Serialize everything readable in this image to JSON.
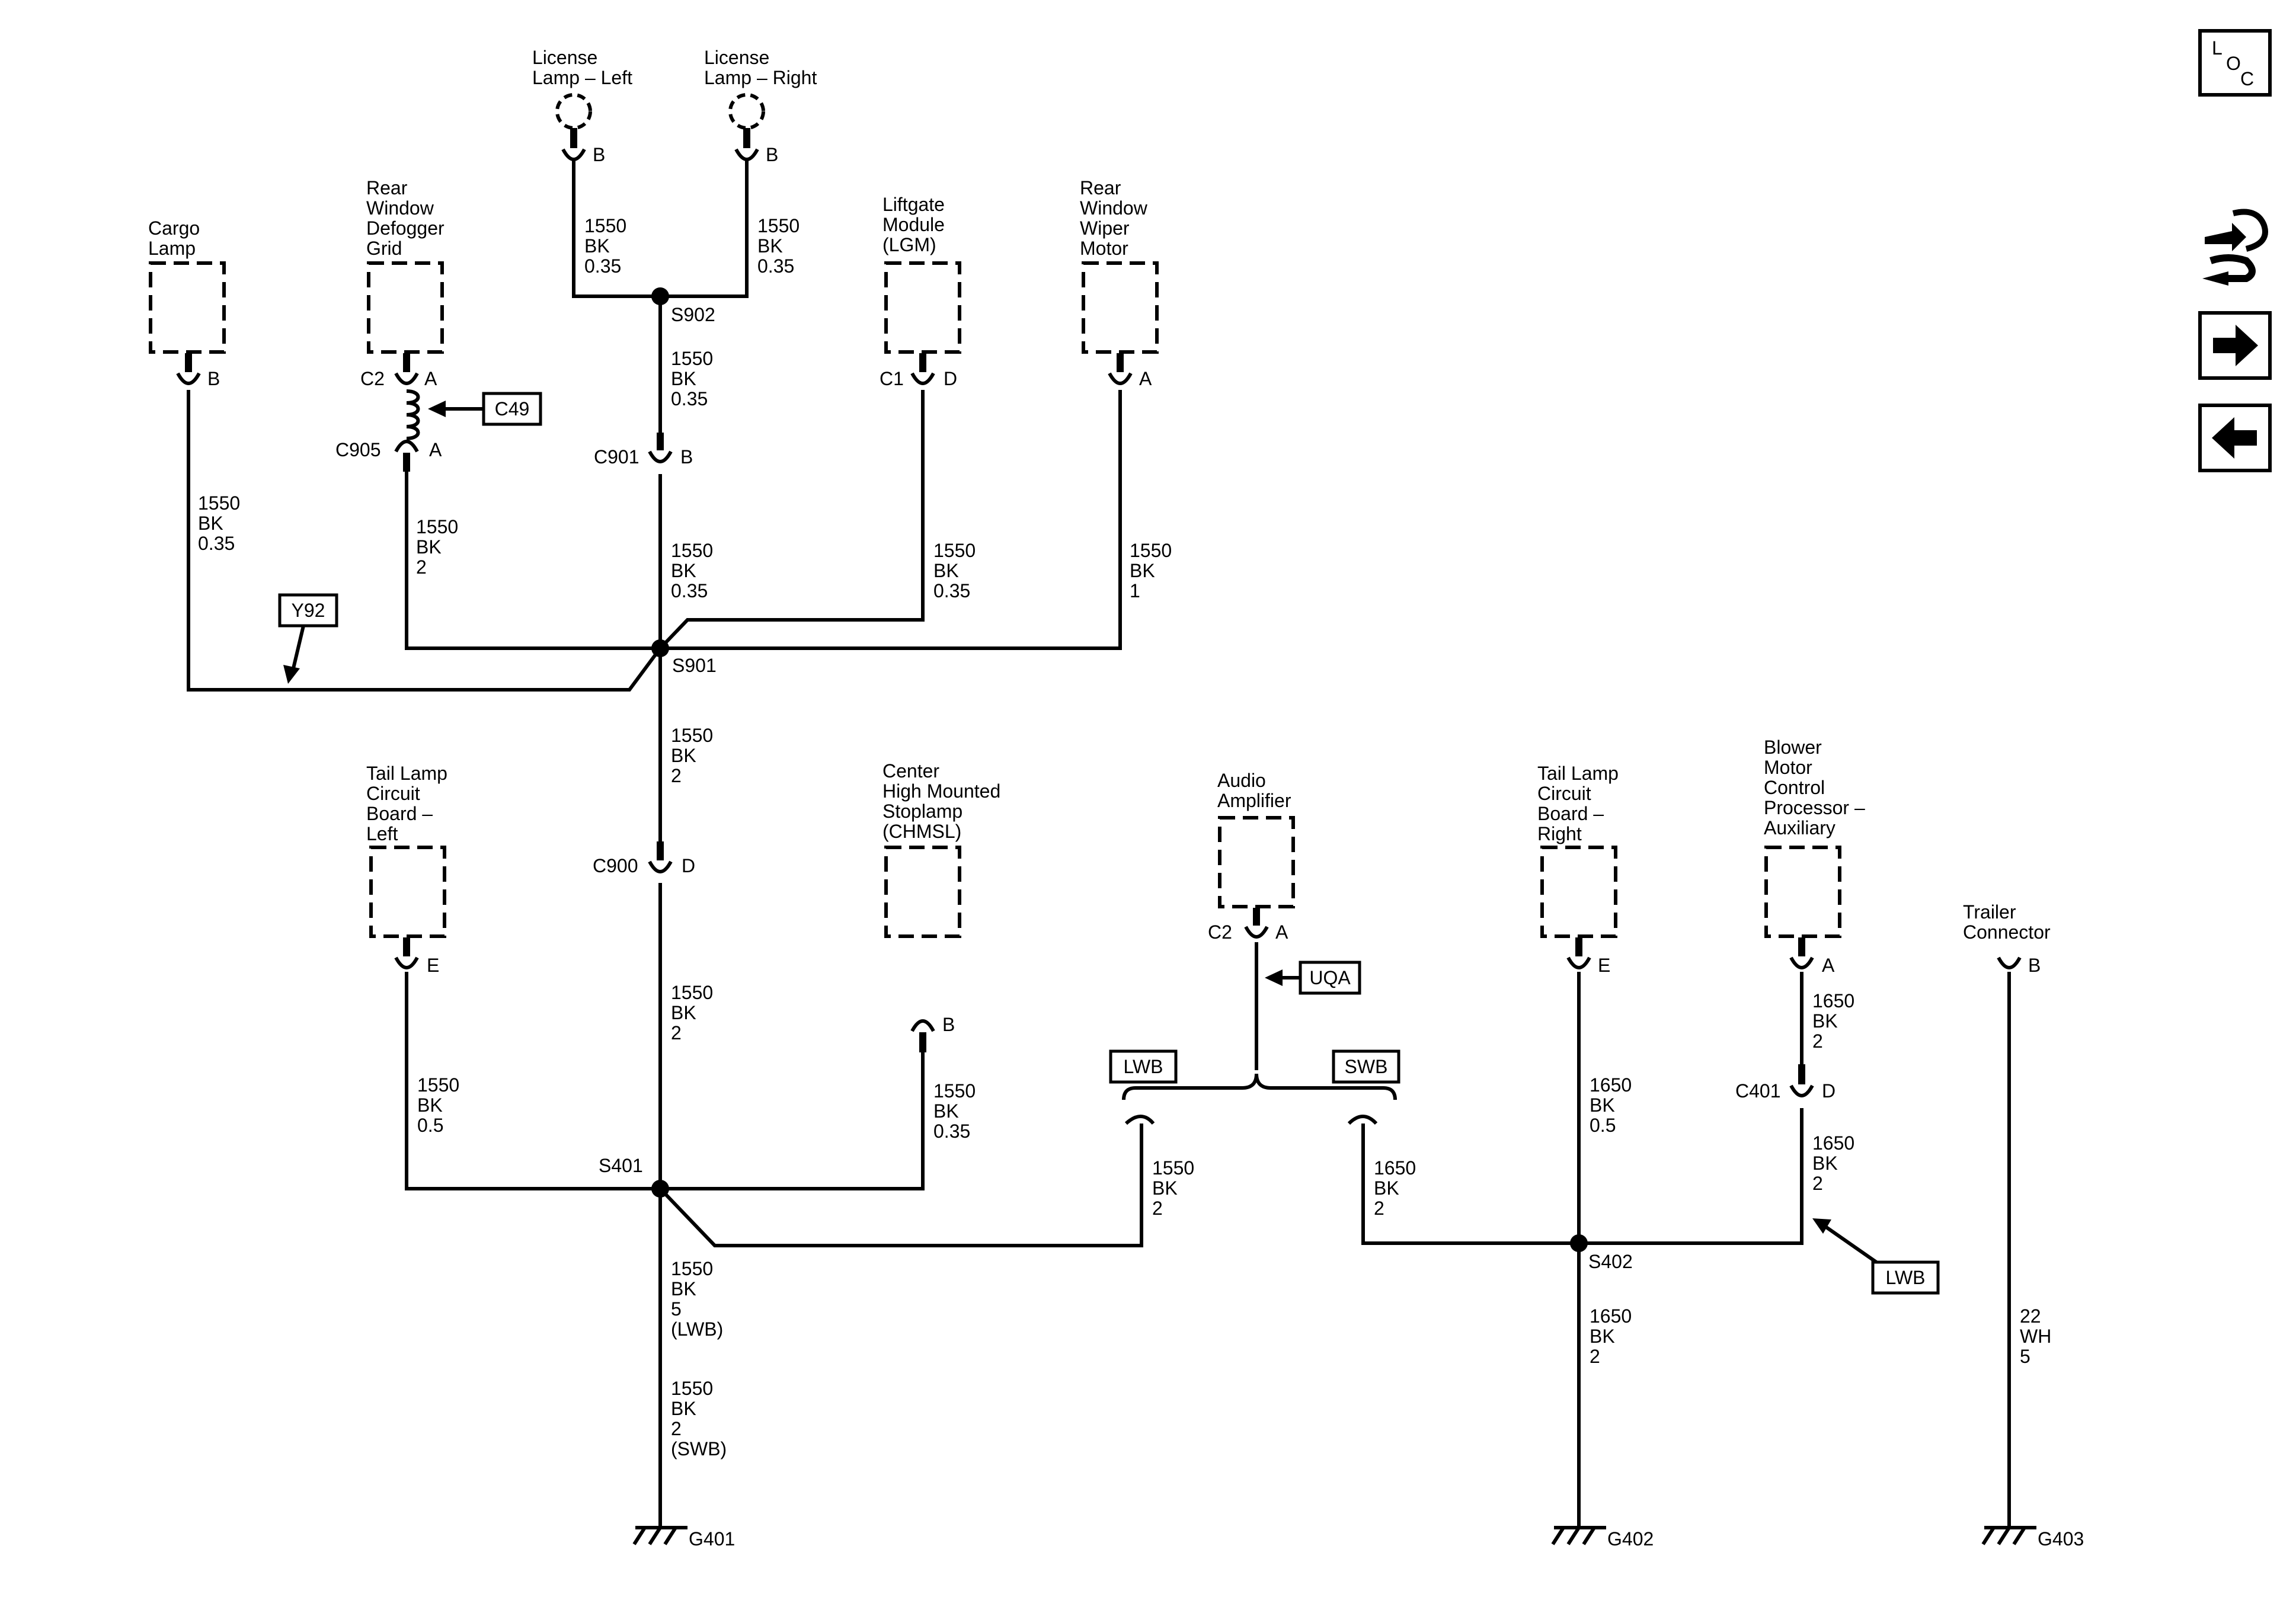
{
  "components": {
    "license_left": "License\nLamp – Left",
    "license_right": "License\nLamp – Right",
    "cargo_lamp": "Cargo\nLamp",
    "rear_defogger": "Rear\nWindow\nDefogger\nGrid",
    "liftgate_module": "Liftgate\nModule\n(LGM)",
    "rear_wiper": "Rear\nWindow\nWiper\nMotor",
    "tail_left": "Tail Lamp\nCircuit\nBoard –\nLeft",
    "chmsl": "Center\nHigh Mounted\nStoplamp\n(CHMSL)",
    "audio_amp": "Audio\nAmplifier",
    "tail_right": "Tail Lamp\nCircuit\nBoard –\nRight",
    "blower_motor": "Blower\nMotor\nControl\nProcessor –\nAuxiliary",
    "trailer_connector": "Trailer\nConnector"
  },
  "pins": {
    "license_left": "B",
    "license_right": "B",
    "cargo_lamp": "B",
    "defogger_c2": "C2",
    "defogger_a": "A",
    "c905": "C905",
    "c905_a": "A",
    "c901": "C901",
    "c901_b": "B",
    "liftgate_c1": "C1",
    "liftgate_d": "D",
    "wiper_a": "A",
    "c900": "C900",
    "c900_d": "D",
    "tail_left_e": "E",
    "chmsl_b": "B",
    "audio_c2": "C2",
    "audio_a": "A",
    "tail_right_e": "E",
    "blower_a": "A",
    "c401": "C401",
    "c401_d": "D",
    "trailer_b": "B"
  },
  "wires": {
    "license_left": "1550\nBK\n0.35",
    "license_right": "1550\nBK\n0.35",
    "s902_c901": "1550\nBK\n0.35",
    "cargo": "1550\nBK\n0.35",
    "defogger": "1550\nBK\n2",
    "c901_s901": "1550\nBK\n0.35",
    "liftgate": "1550\nBK\n0.35",
    "wiper": "1550\nBK\n1",
    "s901_c900": "1550\nBK\n2",
    "c900_s401": "1550\nBK\n2",
    "tail_left": "1550\nBK\n0.5",
    "chmsl": "1550\nBK\n0.35",
    "lwb_branch": "1550\nBK\n2",
    "swb_branch": "1650\nBK\n2",
    "tail_right": "1650\nBK\n0.5",
    "blower": "1650\nBK\n2",
    "c401_s402": "1650\nBK\n2",
    "s401_g401_lwb": "1550\nBK\n5\n(LWB)",
    "s401_g401_swb": "1550\nBK\n2\n(SWB)",
    "s402_g402": "1650\nBK\n2",
    "trailer": "22\nWH\n5"
  },
  "splices": {
    "s902": "S902",
    "s901": "S901",
    "s401": "S401",
    "s402": "S402"
  },
  "grounds": {
    "g401": "G401",
    "g402": "G402",
    "g403": "G403"
  },
  "options": {
    "c49": "C49",
    "y92": "Y92",
    "uqa": "UQA",
    "lwb_left": "LWB",
    "swb": "SWB",
    "lwb_right": "LWB"
  },
  "nav": {
    "loc_l": "L",
    "loc_o": "O",
    "loc_c": "C"
  }
}
